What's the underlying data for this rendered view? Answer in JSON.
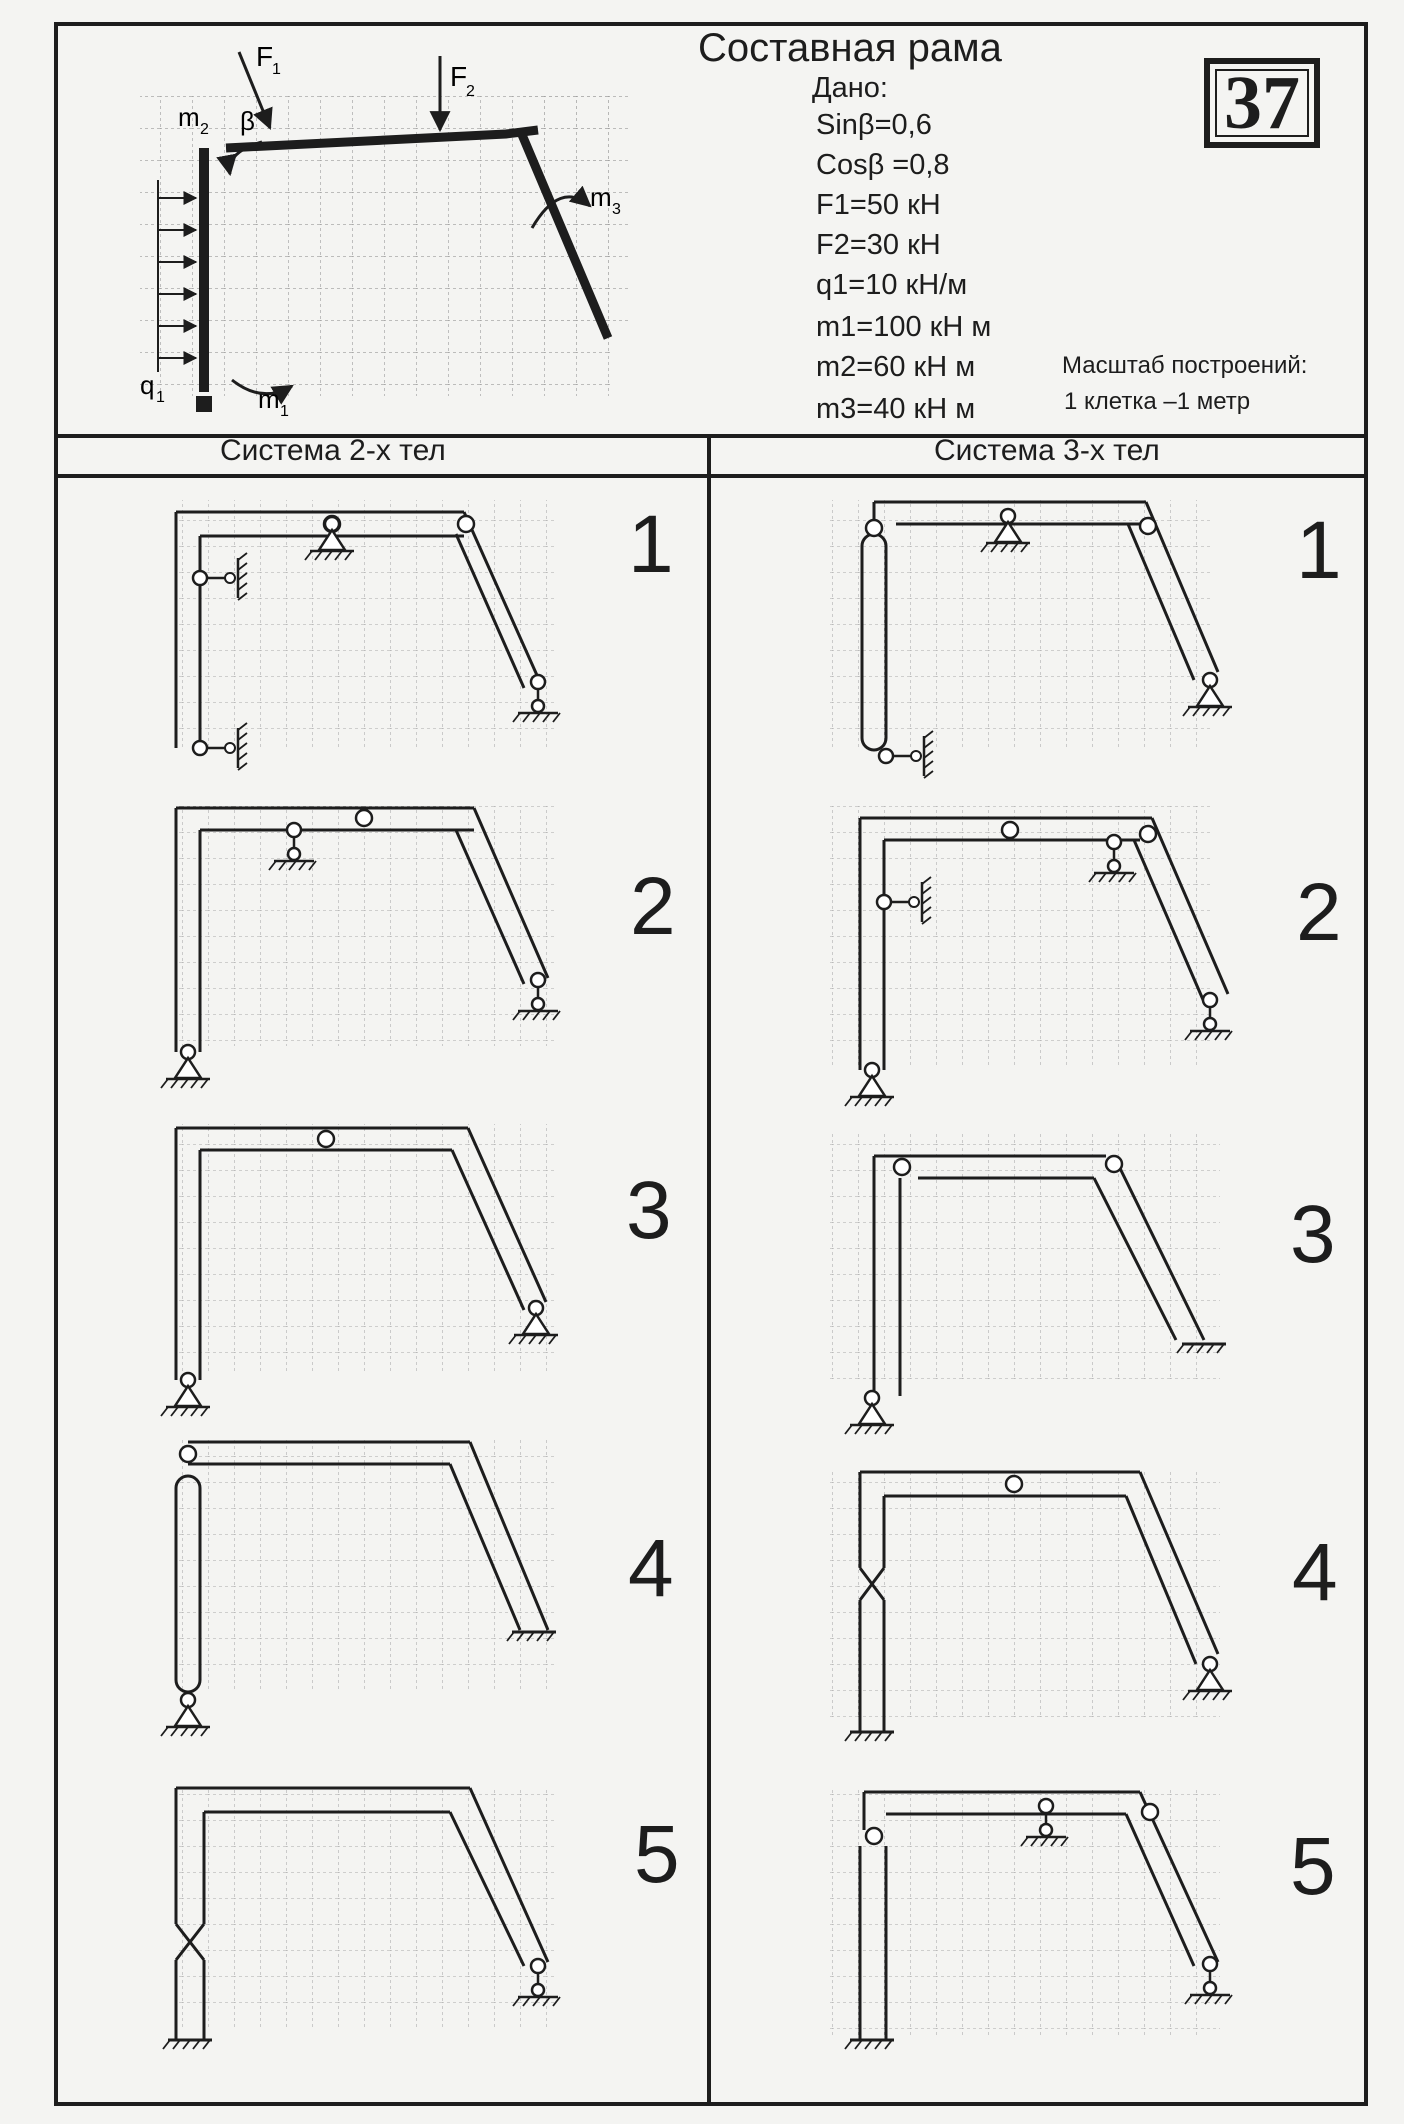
{
  "badge": "37",
  "title": "Составная рама",
  "given": {
    "heading": "Дано:",
    "lines": [
      "Sinβ=0,6",
      "Cosβ =0,8",
      "F1=50 кН",
      "F2=30 кН",
      "q1=10 кН/м",
      "m1=100 кН м",
      "m2=60 кН м",
      "m3=40 кН м"
    ]
  },
  "scale": {
    "line1": "Масштаб построений:",
    "line2": "1 клетка –1 метр"
  },
  "diagram_labels": {
    "F1": "F",
    "F1_sub": "1",
    "F2": "F",
    "F2_sub": "2",
    "m1": "m",
    "m1_sub": "1",
    "m2": "m",
    "m2_sub": "2",
    "m3": "m",
    "m3_sub": "3",
    "q": "q",
    "q_sub": "1",
    "beta": "β"
  },
  "columns": {
    "left": "Система 2-х тел",
    "right": "Система 3-х тел"
  },
  "variants": [
    "1",
    "2",
    "3",
    "4",
    "5"
  ]
}
